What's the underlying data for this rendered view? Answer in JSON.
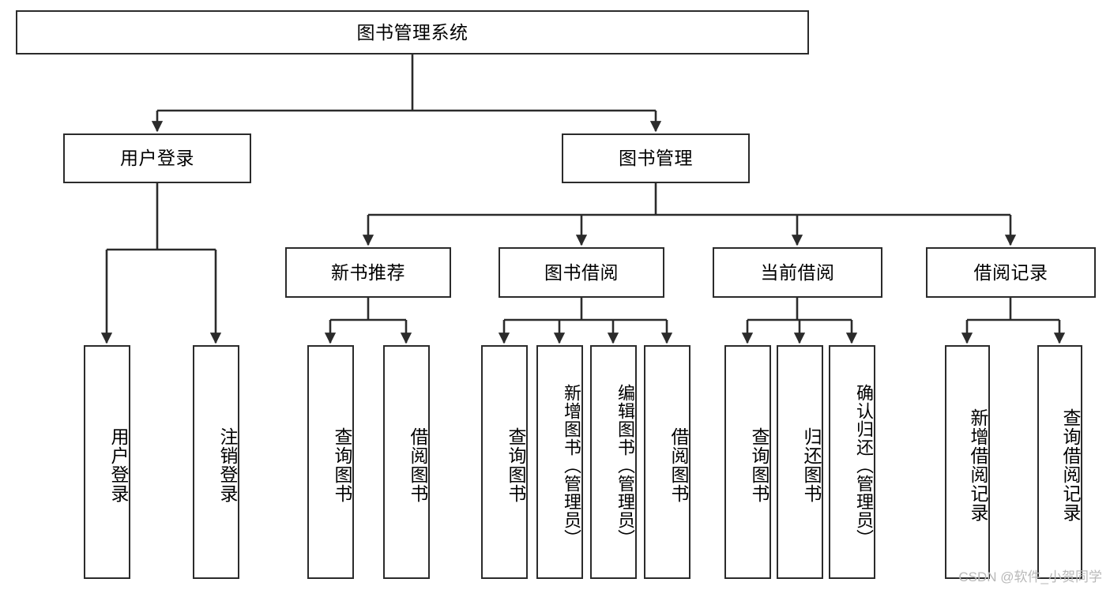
{
  "diagram": {
    "title": "图书管理系统",
    "type": "tree-hierarchy",
    "root": {
      "label": "图书管理系统"
    },
    "level2": [
      {
        "label": "用户登录"
      },
      {
        "label": "图书管理"
      }
    ],
    "level3": [
      {
        "label": "新书推荐"
      },
      {
        "label": "图书借阅"
      },
      {
        "label": "当前借阅"
      },
      {
        "label": "借阅记录"
      }
    ],
    "leaves": {
      "user_login": [
        {
          "label": "用户登录"
        },
        {
          "label": "注销登录"
        }
      ],
      "new_book_recommend": [
        {
          "label": "查询图书"
        },
        {
          "label": "借阅图书"
        }
      ],
      "book_borrow": [
        {
          "label": "查询图书"
        },
        {
          "label": "新增图书（管理员）"
        },
        {
          "label": "编辑图书（管理员）"
        },
        {
          "label": "借阅图书"
        }
      ],
      "current_borrow": [
        {
          "label": "查询图书"
        },
        {
          "label": "归还图书"
        },
        {
          "label": "确认归还（管理员）"
        }
      ],
      "borrow_record": [
        {
          "label": "新增借阅记录"
        },
        {
          "label": "查询借阅记录"
        }
      ]
    }
  },
  "watermark": {
    "text": "CSDN @软件_小贺同学"
  },
  "colors": {
    "stroke": "#2b2b2b",
    "fill": "#ffffff",
    "text": "#000000",
    "watermark": "#b9b9b9"
  }
}
